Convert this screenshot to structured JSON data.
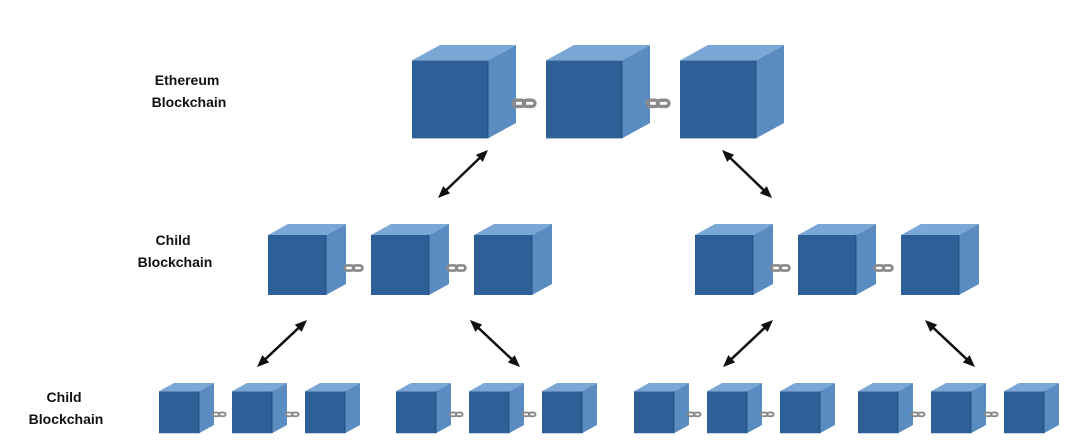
{
  "labels": {
    "top": [
      "Ethereum",
      "Blockchain"
    ],
    "middle": [
      "Child",
      "Blockchain"
    ],
    "bottom": [
      "Child",
      "Blockchain"
    ]
  },
  "colors": {
    "cube_front": "#2e5f96",
    "cube_right": "#5b8cc1",
    "cube_top": "#7ba7d6",
    "cube_edge": "#1f4a7a",
    "link": "#8a8a8a",
    "arrow": "#111111",
    "background": "#ffffff"
  },
  "structure": {
    "tiers": 3,
    "blocks_per_chain": 3,
    "children_per_chain": 2,
    "link_icon": "chain-link-icon",
    "arrow_icon": "double-arrow-icon"
  }
}
